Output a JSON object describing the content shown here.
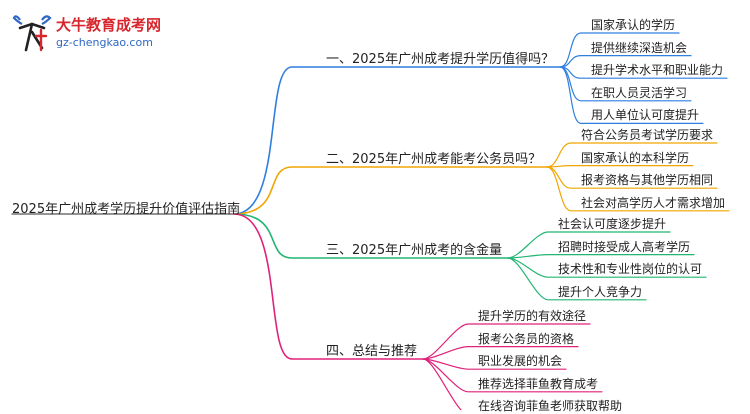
{
  "brand": {
    "name": "大牛教育成考网",
    "url": "gz-chengkao.com",
    "colors": {
      "red": "#d8262e",
      "blue": "#2d68c4"
    }
  },
  "root": {
    "text": "2025年广州成考学历提升价值评估指南"
  },
  "branches": [
    {
      "label": "一、2025年广州成考提升学历值得吗？",
      "color": "#2f7fe0",
      "leaves": [
        "国家承认的学历",
        "提供继续深造机会",
        "提升学术水平和职业能力",
        "在职人员灵活学习",
        "用人单位认可度提升"
      ]
    },
    {
      "label": "二、2025年广州成考能考公务员吗？",
      "color": "#f0a500",
      "leaves": [
        "符合公务员考试学历要求",
        "国家承认的本科学历",
        "报考资格与其他学历相同",
        "社会对高学历人才需求增加"
      ]
    },
    {
      "label": "三、2025年广州成考的含金量",
      "color": "#22b573",
      "leaves": [
        "社会认可度逐步提升",
        "招聘时接受成人高考学历",
        "技术性和专业性岗位的认可",
        "提升个人竞争力"
      ]
    },
    {
      "label": "四、总结与推荐",
      "color": "#e0217a",
      "leaves": [
        "提升学历的有效途径",
        "报考公务员的资格",
        "职业发展的机会",
        "推荐选择菲鱼教育成考",
        "在线咨询菲鱼老师获取帮助"
      ]
    }
  ]
}
